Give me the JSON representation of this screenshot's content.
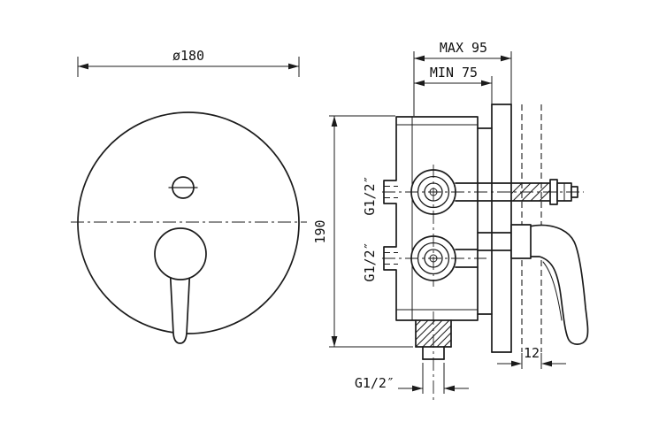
{
  "drawing": {
    "views": {
      "front": {
        "diameter_label": "ø180"
      },
      "side": {
        "max_depth_label": "MAX 95",
        "min_depth_label": "MIN 75",
        "height_label": "190",
        "top_inlet_thread_label": "G1/2″",
        "bottom_inlet_thread_label": "G1/2″",
        "outlet_thread_label": "G1/2″",
        "wall_thickness_label": "12"
      }
    },
    "colors": {
      "line": "#1b1b1b",
      "background": "#ffffff"
    }
  }
}
